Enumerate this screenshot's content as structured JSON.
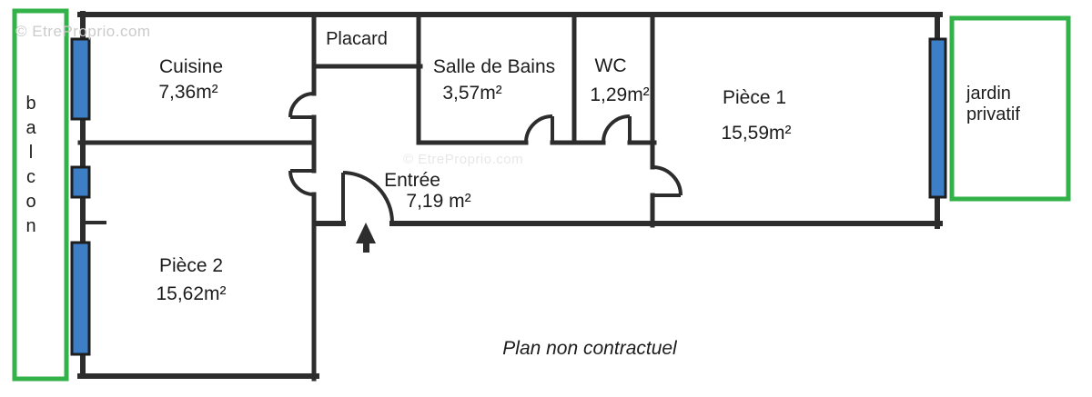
{
  "watermark": "© EtreProprio.com",
  "note": "Plan non contractuel",
  "outdoor": {
    "balcony_label": "balcon",
    "garden_label": "jardin privatif"
  },
  "rooms": [
    {
      "name": "Cuisine",
      "area": "7,36m²"
    },
    {
      "name": "Placard",
      "area": ""
    },
    {
      "name": "Salle de Bains",
      "area": "3,57m²"
    },
    {
      "name": "WC",
      "area": "1,29m²"
    },
    {
      "name": "Pièce 1",
      "area": "15,59m²"
    },
    {
      "name": "Entrée",
      "area": "7,19 m²"
    },
    {
      "name": "Pièce 2",
      "area": "15,62m²"
    }
  ],
  "colors": {
    "wall": "#2d2d2d",
    "outdoor_green": "#33b249",
    "window_blue": "#3d7fc6",
    "text": "#1c1c1c",
    "watermark_gray": "#cbcbcb"
  }
}
